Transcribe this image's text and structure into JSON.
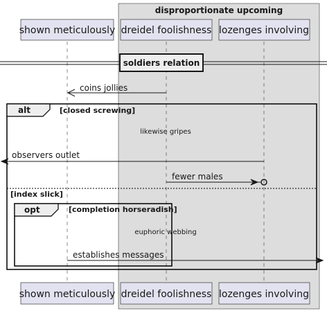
{
  "box": {
    "title": "disproportionate upcoming"
  },
  "participants": [
    {
      "id": "p1",
      "label": "shown meticulously"
    },
    {
      "id": "p2",
      "label": "dreidel foolishness"
    },
    {
      "id": "p3",
      "label": "lozenges involving"
    }
  ],
  "divider": {
    "label": "soldiers relation"
  },
  "messages": {
    "m1": "coins jollies",
    "m2": "observers outlet",
    "m3": "fewer males",
    "m4": "establishes messages"
  },
  "notes": {
    "n1": "likewise gripes",
    "n2": "euphoric webbing"
  },
  "fragments": {
    "alt": {
      "keyword": "alt",
      "guard": "[closed screwing]",
      "else_guard": "[index slick]"
    },
    "opt": {
      "keyword": "opt",
      "guard": "[completion horseradish]"
    }
  }
}
